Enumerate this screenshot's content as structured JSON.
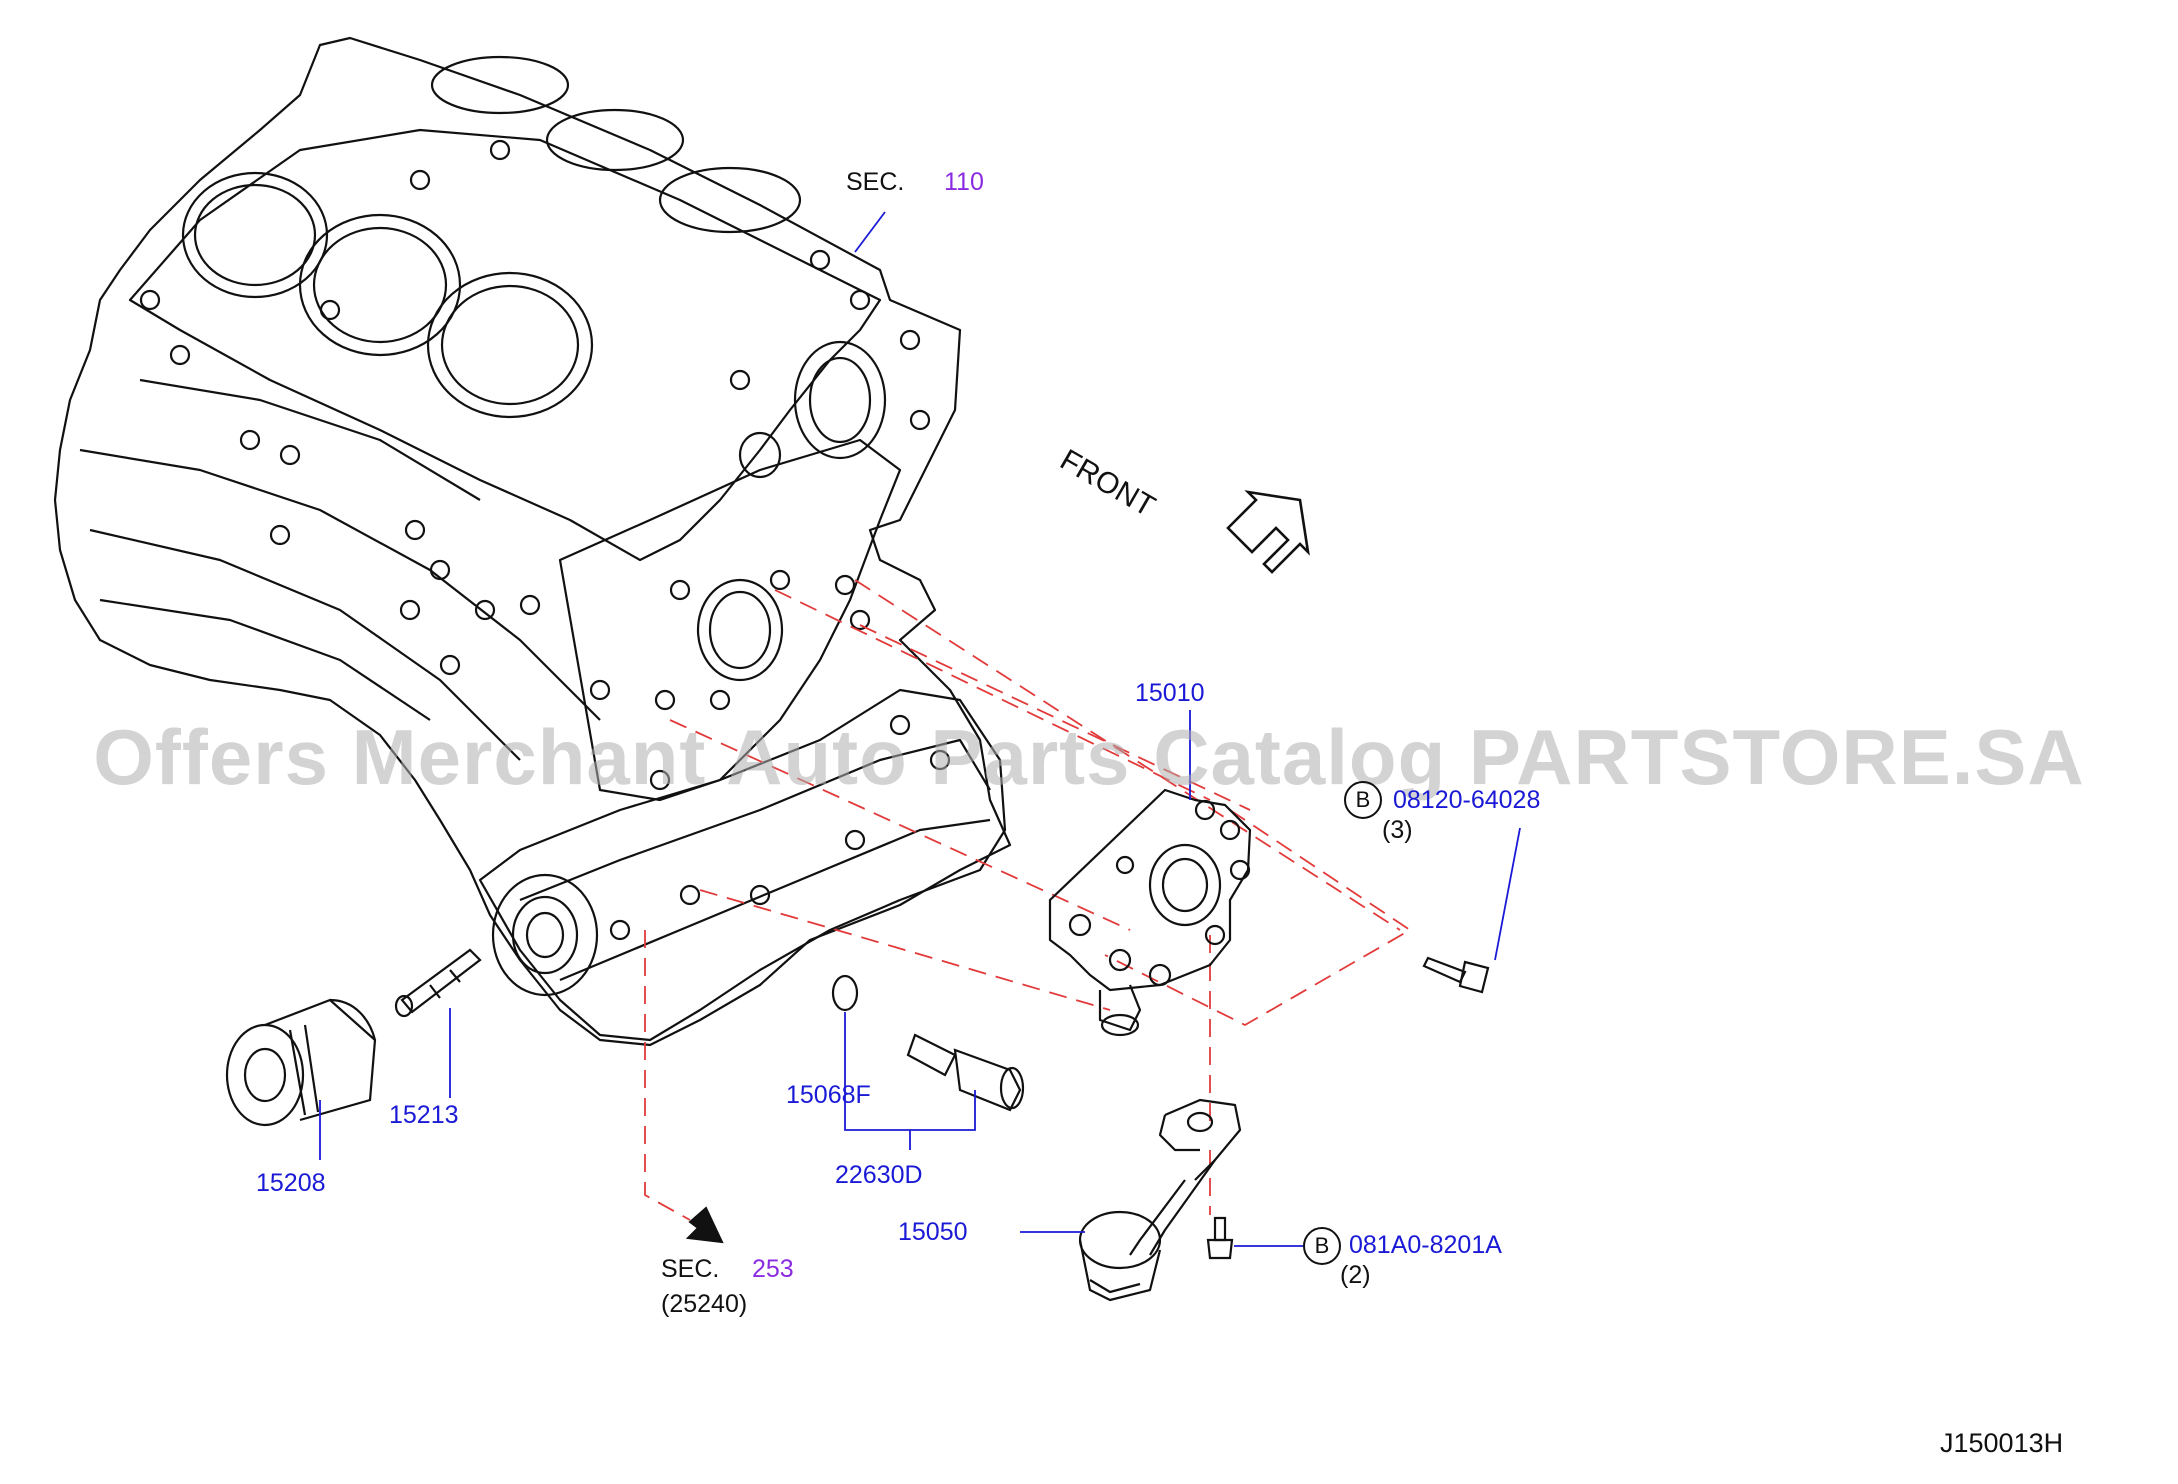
{
  "sections": [
    {
      "prefix": "SEC.",
      "number": "110"
    },
    {
      "prefix": "SEC.",
      "number": "253",
      "sub": "(25240)"
    }
  ],
  "front_label": "FRONT",
  "parts": {
    "p15010": "15010",
    "p15213": "15213",
    "p15208": "15208",
    "p15068F": "15068F",
    "p22630D": "22630D",
    "p15050": "15050"
  },
  "bolts": [
    {
      "marker": "B",
      "part": "08120-64028",
      "qty": "(3)"
    },
    {
      "marker": "B",
      "part": "081A0-8201A",
      "qty": "(2)"
    }
  ],
  "watermark": "Offers Merchant Auto Parts Catalog PARTSTORE.SA",
  "diagram_code": "J150013H",
  "colors": {
    "part_number": "#1a1ad6",
    "section_number": "#8a2be2",
    "dash_line": "#e23a3a"
  }
}
